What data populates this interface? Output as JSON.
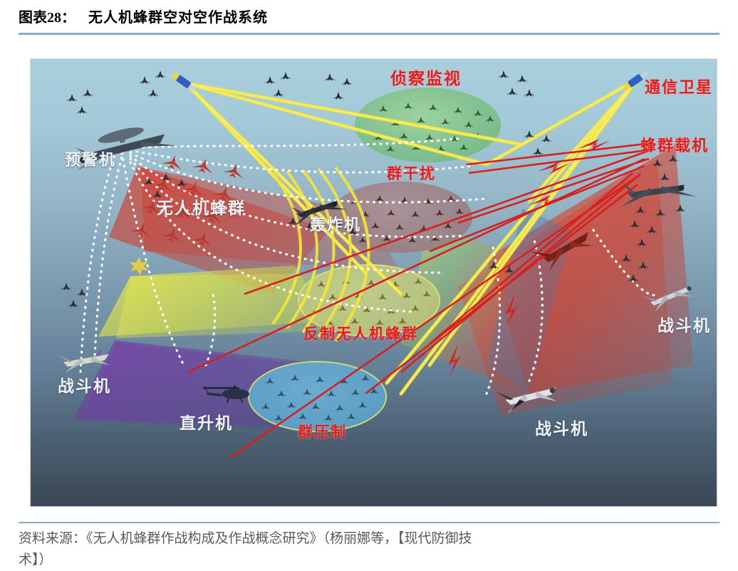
{
  "header": {
    "figure_label": "图表28：",
    "title": "无人机蜂群空对空作战系统"
  },
  "footer": {
    "source_line_1": "资料来源：《无人机蜂群作战构成及作战概念研究》（杨丽娜等，【现代防御技",
    "source_line_2": "术】）"
  },
  "figure": {
    "alt": "无人机蜂群空对空作战系统示意图",
    "background": {
      "sky_top": "#a9cfdd",
      "sky_bottom": "#3a4756"
    },
    "zones": [
      {
        "id": "recon",
        "label": "侦察监视",
        "label_color": "#e02020",
        "fill": "#7fc08a",
        "label_position": "above"
      },
      {
        "id": "jamming",
        "label": "群干扰",
        "label_color": "#e02020",
        "fill": "#9c8085",
        "label_position": "above"
      },
      {
        "id": "counter-uav",
        "label": "反制无人机蜂群",
        "label_color": "#e02020",
        "fill": "#bcc77e",
        "label_position": "below"
      },
      {
        "id": "suppression",
        "label": "群压制",
        "label_color": "#e02020",
        "fill": "#5ea6cc",
        "label_position": "below"
      }
    ],
    "entities": [
      {
        "id": "awacs",
        "label": "预警机",
        "label_color": "#eef2f4"
      },
      {
        "id": "uav-swarm",
        "label": "无人机蜂群",
        "label_color": "#eef2f4"
      },
      {
        "id": "bomber",
        "label": "轰炸机",
        "label_color": "#eef2f4"
      },
      {
        "id": "fighter-left",
        "label": "战斗机",
        "label_color": "#eef2f4"
      },
      {
        "id": "helicopter",
        "label": "直升机",
        "label_color": "#eef2f4"
      },
      {
        "id": "fighter-bottom",
        "label": "战斗机",
        "label_color": "#eef2f4"
      },
      {
        "id": "fighter-right",
        "label": "战斗机",
        "label_color": "#eef2f4"
      },
      {
        "id": "comm-satellite",
        "label": "通信卫星",
        "label_color": "#e02020"
      },
      {
        "id": "swarm-carrier",
        "label": "蜂群载机",
        "label_color": "#e02020"
      }
    ],
    "link_types": [
      {
        "id": "datalink",
        "style": "white-dotted",
        "color": "#ffffff"
      },
      {
        "id": "satcom-beam",
        "style": "yellow-beam",
        "color": "#f5e63c"
      },
      {
        "id": "attack-line",
        "style": "red-bolt",
        "color": "#d81f1f"
      }
    ]
  }
}
